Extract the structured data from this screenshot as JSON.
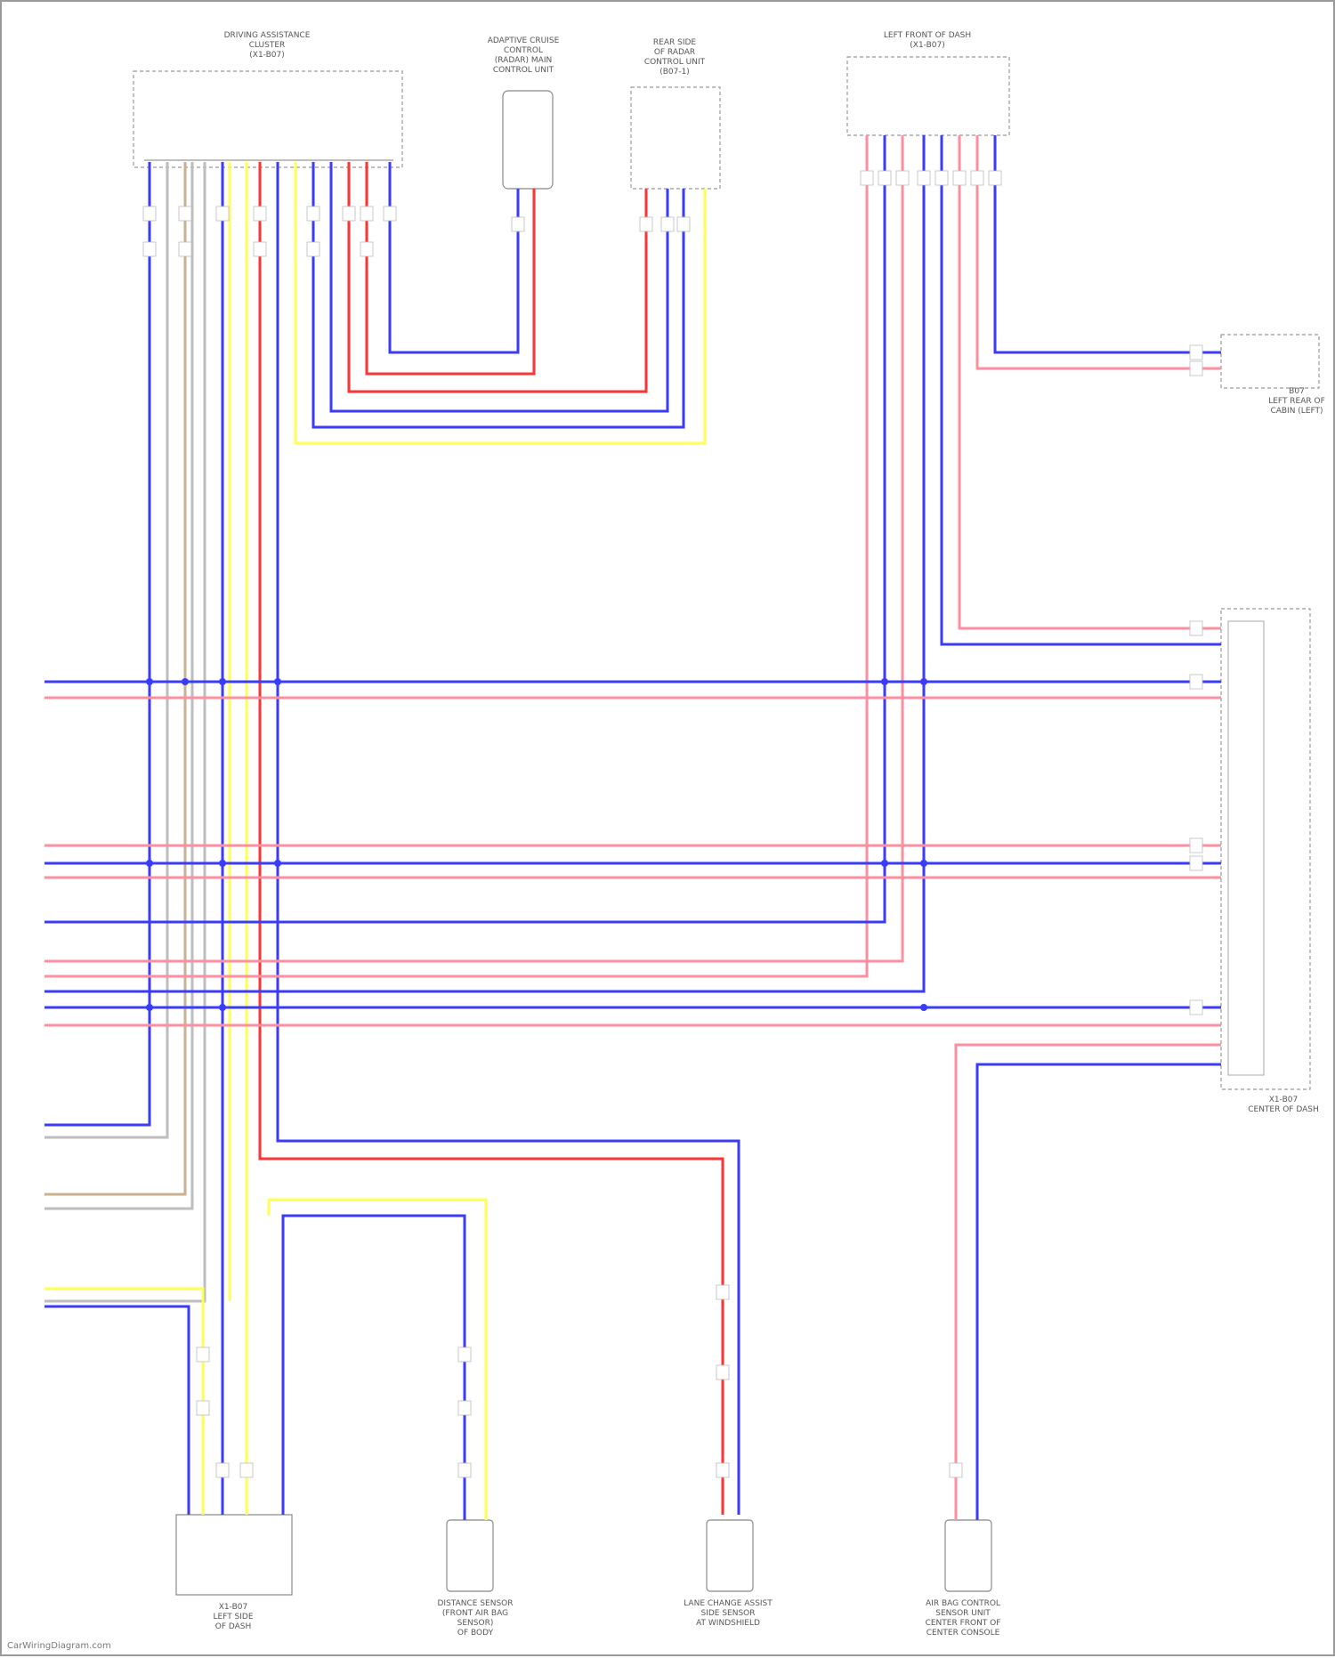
{
  "title": "",
  "colors": {
    "blue": "#3b3bff",
    "pink": "#ff8fa0",
    "yellow": "#ffff55",
    "red": "#ff3333",
    "tan": "#c8b090",
    "gray": "#bdbdbd"
  },
  "components": {
    "top_left": [
      "DRIVING ASSISTANCE",
      "CLUSTER",
      "(X1-B07)"
    ],
    "top_mid1": [
      "ADAPTIVE CRUISE",
      "CONTROL",
      "(RADAR) MAIN",
      "CONTROL UNIT"
    ],
    "top_mid2": [
      "REAR SIDE",
      "OF RADAR",
      "CONTROL UNIT",
      "(B07-1)"
    ],
    "top_right": [
      "LEFT FRONT OF DASH",
      "(X1-B07)"
    ],
    "right_edge": [
      "B07",
      "LEFT REAR OF",
      "CABIN (LEFT)"
    ],
    "mid_right": [
      "X1-B07",
      "CENTER OF DASH"
    ],
    "bottom1": [
      "X1-B07",
      "LEFT SIDE",
      "OF DASH"
    ],
    "bottom2": [
      "DISTANCE SENSOR",
      "(FRONT AIR BAG",
      "SENSOR)",
      "OF BODY"
    ],
    "bottom3": [
      "LANE CHANGE ASSIST",
      "SIDE SENSOR",
      "AT WINDSHIELD"
    ],
    "bottom4": [
      "AIR BAG CONTROL",
      "SENSOR UNIT",
      "CENTER FRONT OF",
      "CENTER CONSOLE"
    ]
  },
  "footer": "CarWiringDiagram.com"
}
